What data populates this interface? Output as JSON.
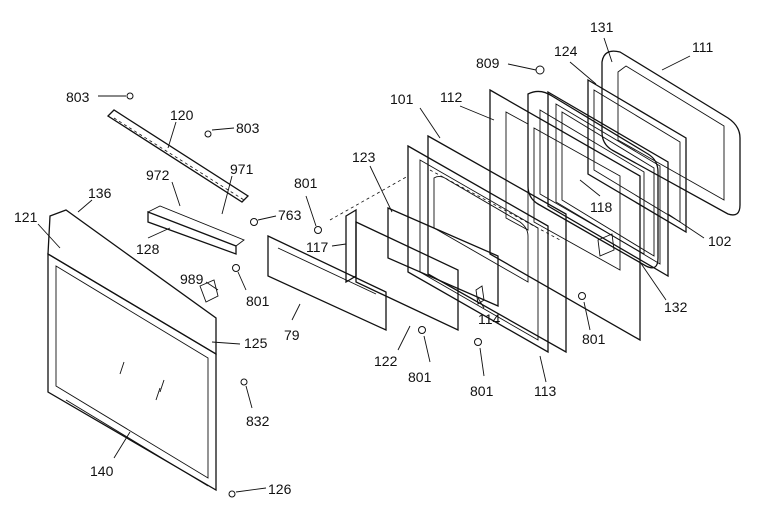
{
  "labels": {
    "p803a": "803",
    "p120": "120",
    "p803b": "803",
    "p972": "972",
    "p971": "971",
    "p136": "136",
    "p121": "121",
    "p128": "128",
    "p763": "763",
    "p989": "989",
    "p801a": "801",
    "p801b": "801",
    "p125": "125",
    "p79": "79",
    "p832": "832",
    "p140": "140",
    "p126": "126",
    "p117": "117",
    "p123": "123",
    "p101": "101",
    "p112": "112",
    "p809": "809",
    "p124": "124",
    "p131": "131",
    "p111": "111",
    "p118": "118",
    "p102": "102",
    "p132": "132",
    "p114": "114",
    "p122": "122",
    "p801c": "801",
    "p801d": "801",
    "p113": "113",
    "p801e": "801"
  },
  "colors": {
    "line": "#111111",
    "background": "#ffffff"
  }
}
